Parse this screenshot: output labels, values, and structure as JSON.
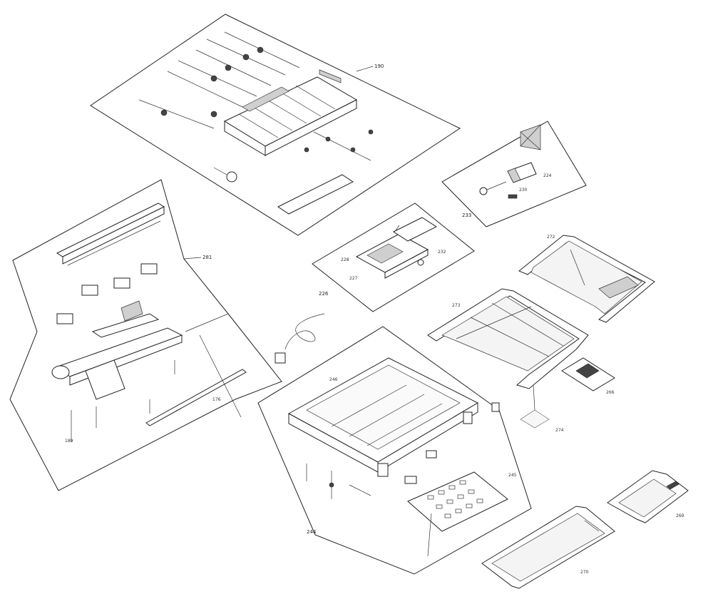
{
  "diagram": {
    "callouts": [
      {
        "id": "grp-190",
        "label": "190"
      },
      {
        "id": "grp-281",
        "label": "281"
      },
      {
        "id": "grp-233",
        "label": "233"
      },
      {
        "id": "grp-226",
        "label": "226"
      },
      {
        "id": "grp-244",
        "label": "244"
      },
      {
        "id": "p-272",
        "label": "272"
      },
      {
        "id": "p-273",
        "label": "273"
      },
      {
        "id": "p-266",
        "label": "266"
      },
      {
        "id": "p-274",
        "label": "274"
      },
      {
        "id": "p-269",
        "label": "269"
      },
      {
        "id": "p-270",
        "label": "270"
      },
      {
        "id": "p-245",
        "label": "245"
      },
      {
        "id": "p-176",
        "label": "176"
      },
      {
        "id": "p-189",
        "label": "189"
      },
      {
        "id": "p-224",
        "label": "224"
      },
      {
        "id": "p-230",
        "label": "230"
      },
      {
        "id": "p-232",
        "label": "232"
      },
      {
        "id": "p-227",
        "label": "227"
      },
      {
        "id": "p-228",
        "label": "228"
      },
      {
        "id": "p-246",
        "label": "246"
      }
    ]
  }
}
